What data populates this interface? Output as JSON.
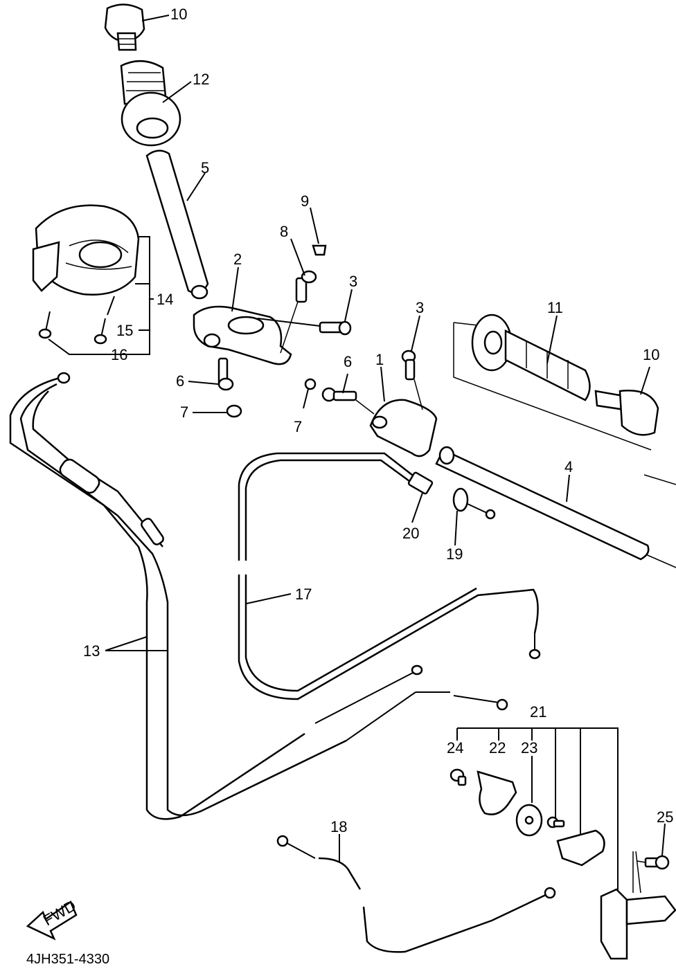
{
  "diagram": {
    "code": "4JH351-4330",
    "fwd": "FWD",
    "callouts": [
      {
        "id": "c10a",
        "text": "10"
      },
      {
        "id": "c12",
        "text": "12"
      },
      {
        "id": "c5",
        "text": "5"
      },
      {
        "id": "c9",
        "text": "9"
      },
      {
        "id": "c8",
        "text": "8"
      },
      {
        "id": "c2",
        "text": "2"
      },
      {
        "id": "c3a",
        "text": "3"
      },
      {
        "id": "c3b",
        "text": "3"
      },
      {
        "id": "c14",
        "text": "14"
      },
      {
        "id": "c15",
        "text": "15"
      },
      {
        "id": "c16",
        "text": "16"
      },
      {
        "id": "c11",
        "text": "11"
      },
      {
        "id": "c10b",
        "text": "10"
      },
      {
        "id": "c1",
        "text": "1"
      },
      {
        "id": "c6a",
        "text": "6"
      },
      {
        "id": "c6b",
        "text": "6"
      },
      {
        "id": "c7a",
        "text": "7"
      },
      {
        "id": "c7b",
        "text": "7"
      },
      {
        "id": "c4",
        "text": "4"
      },
      {
        "id": "c20",
        "text": "20"
      },
      {
        "id": "c19",
        "text": "19"
      },
      {
        "id": "c17",
        "text": "17"
      },
      {
        "id": "c13",
        "text": "13"
      },
      {
        "id": "c21",
        "text": "21"
      },
      {
        "id": "c24",
        "text": "24"
      },
      {
        "id": "c22",
        "text": "22"
      },
      {
        "id": "c23",
        "text": "23"
      },
      {
        "id": "c25",
        "text": "25"
      },
      {
        "id": "c18",
        "text": "18"
      }
    ]
  }
}
